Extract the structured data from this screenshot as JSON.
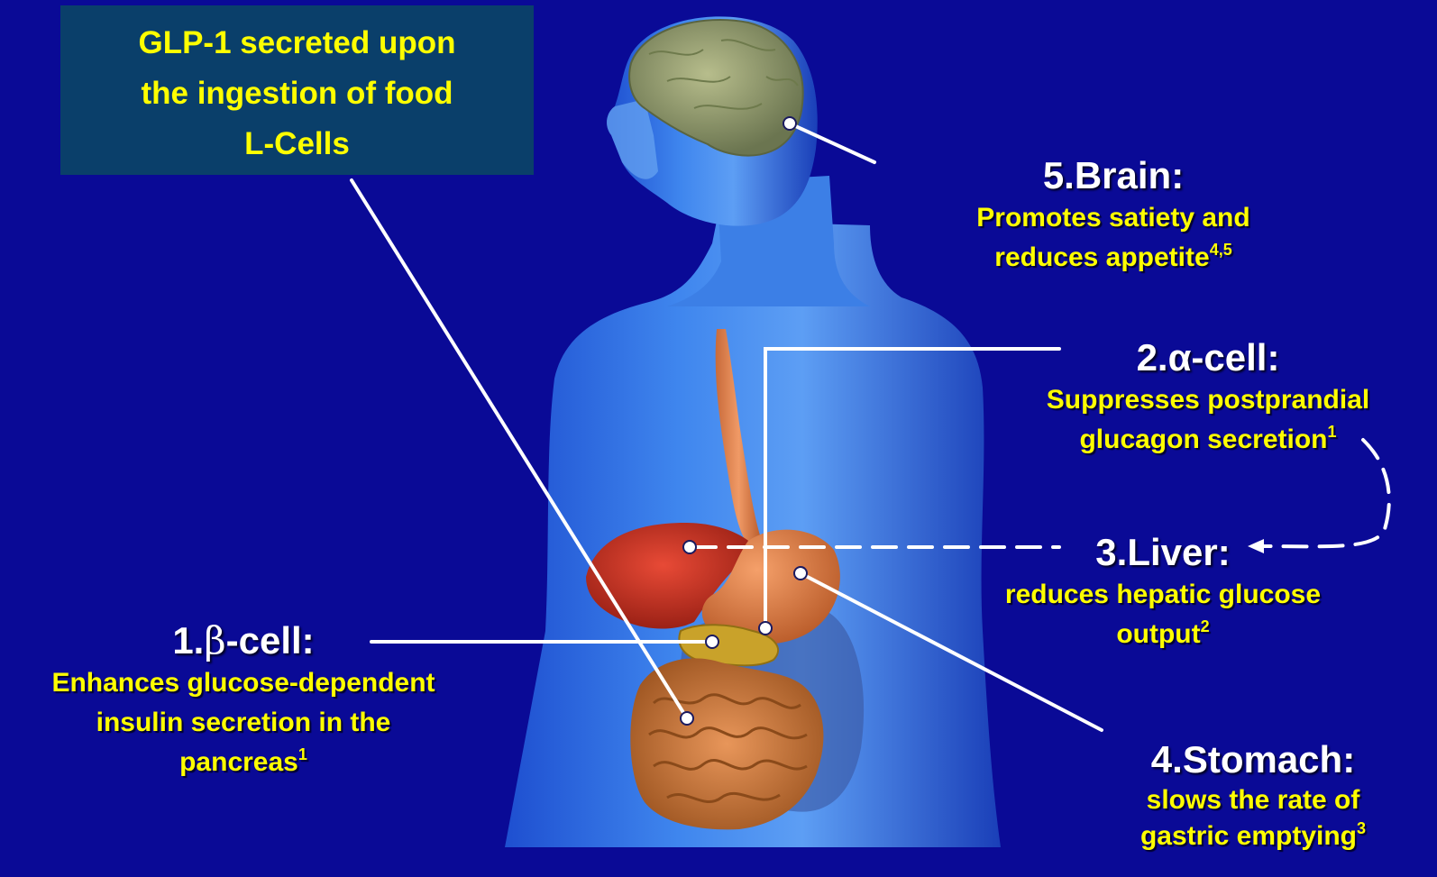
{
  "callout_box": {
    "line1": "GLP-1 secreted upon",
    "line2": "the ingestion of food",
    "line3": "L-Cells"
  },
  "labels": {
    "brain": {
      "heading": "5.Brain:",
      "line1": "Promotes satiety and",
      "line2": "reduces appetite",
      "ref": "4,5"
    },
    "alpha": {
      "heading": "2.α-cell:",
      "line1": "Suppresses postprandial",
      "line2": "glucagon secretion",
      "ref": "1"
    },
    "liver": {
      "heading": "3.Liver:",
      "line1": "reduces hepatic glucose",
      "line2": "output",
      "ref": "2"
    },
    "beta": {
      "heading_prefix": "1.",
      "heading_symbol": "β",
      "heading_suffix": "-cell:",
      "line1": "Enhances glucose-dependent",
      "line2": "insulin secretion in the",
      "line3": "pancreas",
      "ref": "1"
    },
    "stomach": {
      "heading": "4.Stomach:",
      "line1": "slows the rate of",
      "line2": "gastric emptying",
      "ref": "3"
    }
  },
  "colors": {
    "background": "#0a0a96",
    "body_text": "#ffff00",
    "heading_text": "#ffffff",
    "callout_box": "#0a3f6a",
    "connector": "#ffffff"
  }
}
